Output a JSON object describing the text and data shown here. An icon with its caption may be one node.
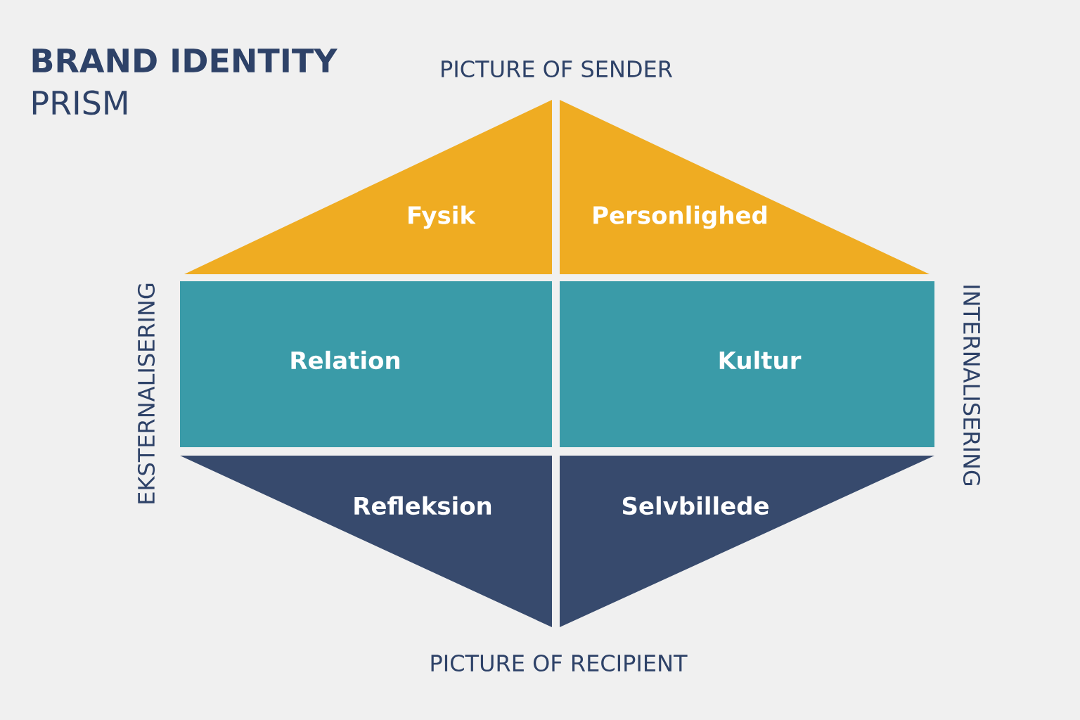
{
  "diagram": {
    "title": "BRAND IDENTITY",
    "nodes": [
      {
        "text": [
          "Fysik"
        ]
      },
      {
        "text": [
          "Personlighed"
        ]
      },
      {
        "text": [
          "Relation"
        ]
      },
      {
        "text": [
          "Kultur"
        ]
      },
      {
        "text": [
          "Refleksion"
        ]
      },
      {
        "text": [
          "Selvbillede"
        ]
      }
    ],
    "labels": [
      "PRISM",
      "PICTURE OF SENDER",
      "EKSTERNALISERING",
      "INTERNALISERING",
      "PICTURE OF RECIPIENT"
    ]
  }
}
